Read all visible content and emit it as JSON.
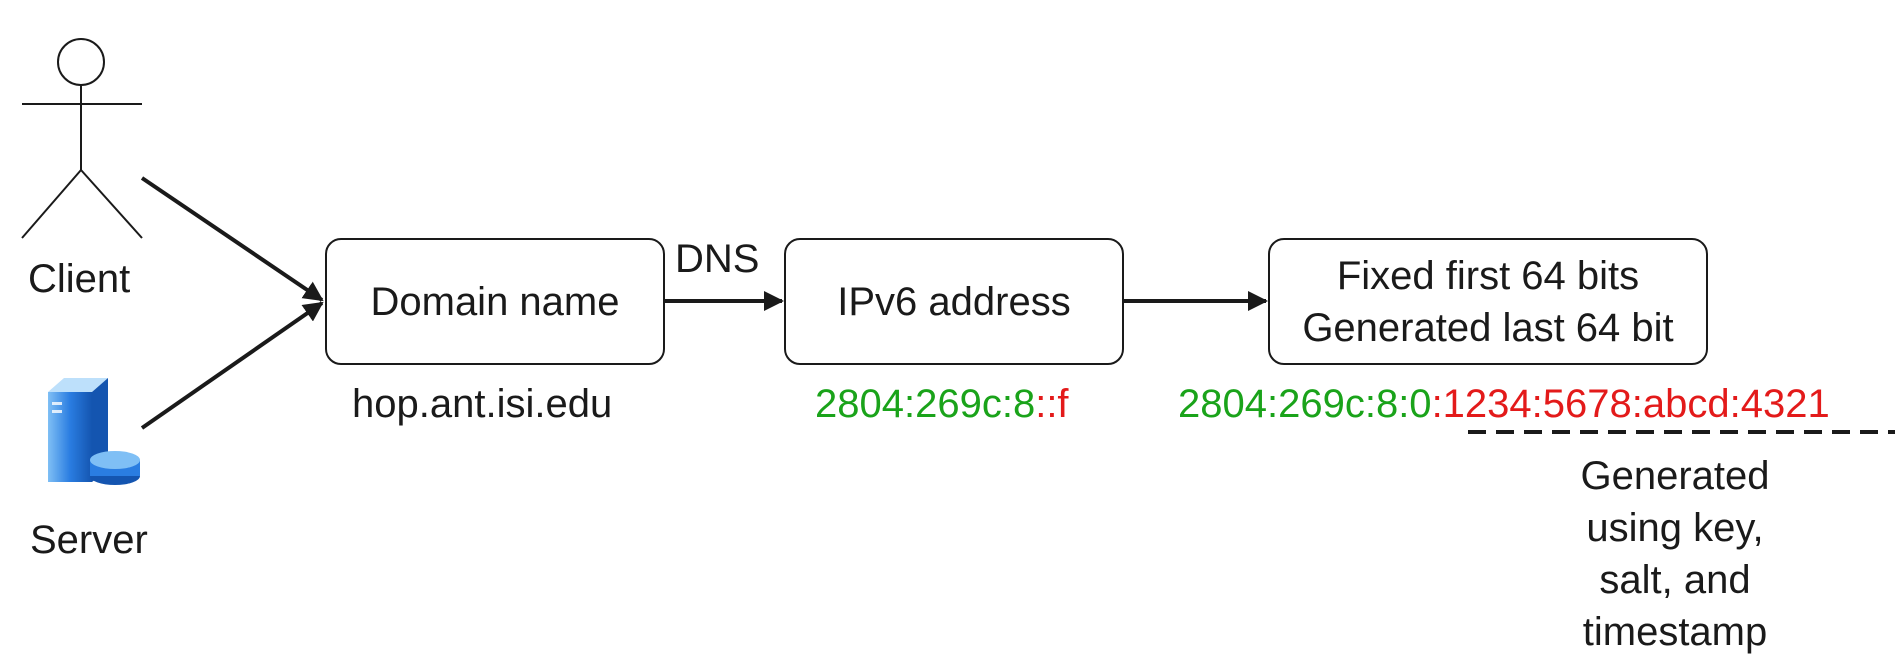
{
  "actors": {
    "client_label": "Client",
    "server_label": "Server"
  },
  "flow": {
    "domain_box": "Domain name",
    "domain_example": "hop.ant.isi.edu",
    "edge_label": "DNS",
    "ipv6_box": "IPv6 address",
    "ipv6_example_fixed": "2804:269c:8",
    "ipv6_example_generated": "::f",
    "result_box_line1": "Fixed first 64 bits",
    "result_box_line2": "Generated last 64 bit",
    "result_example_fixed": "2804:269c:8:0",
    "result_example_generated": ":1234:5678:abcd:4321"
  },
  "note": {
    "lines": [
      "Generated",
      "using key,",
      "salt, and",
      "timestamp"
    ]
  },
  "colors": {
    "fixed": "#1aa31a",
    "generated": "#e31a1a",
    "stroke": "#1a1a1a",
    "server_icon": "#2a7de1"
  },
  "icons": [
    "person-icon",
    "server-icon"
  ]
}
